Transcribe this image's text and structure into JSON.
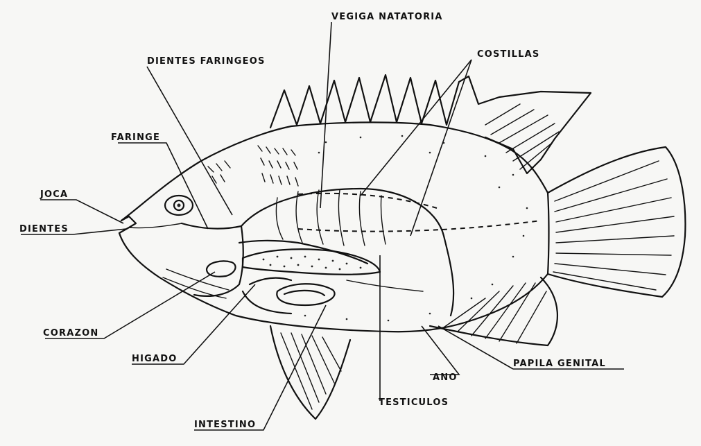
{
  "labels": {
    "vegiga_natatoria": "VEGIGA NATATORIA",
    "dientes_faringeos": "DIENTES FARINGEOS",
    "costillas": "COSTILLAS",
    "faringe": "FARINGE",
    "boca": "JOCA",
    "dientes": "DIENTES",
    "corazon": "CORAZON",
    "higado": "HIGADO",
    "intestino": "INTESTINO",
    "testiculos": "TESTICULOS",
    "ano": "ANO",
    "papila_genital": "PAPILA GENITAL"
  },
  "colors": {
    "ink": "#111111",
    "paper": "#f7f7f5"
  }
}
